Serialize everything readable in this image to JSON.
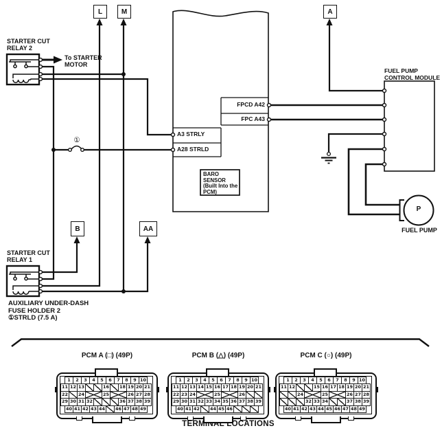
{
  "wire_refs": {
    "l": "L",
    "m": "M",
    "a": "A",
    "b": "B",
    "aa": "AA"
  },
  "left_circuit": {
    "relay2_label": "STARTER CUT\nRELAY 2",
    "relay1_label": "STARTER CUT\nRELAY 1",
    "to_starter_motor": "To STARTER\nMOTOR",
    "fuse_symbol": "①",
    "fuse_holder_note": "AUXILIARY UNDER-DASH\nFUSE HOLDER 2\n①STRLD (7.5 A)"
  },
  "pcm": {
    "pin_fpcd": "FPCD A42",
    "pin_fpc": "FPC A43",
    "pin_a3": "A3 STRLY",
    "pin_a28": "A28 STRLD",
    "baro_note": "BARO\nSENSOR\n(Built Into the\nPCM)"
  },
  "right_circuit": {
    "module_label": "FUEL PUMP\nCONTROL MODULE",
    "pump_letter": "P",
    "pump_label": "FUEL PUMP"
  },
  "terminal_connectors": {
    "caption": "TERMINAL LOCATIONS",
    "items": [
      {
        "label": "PCM A (□) (49P)",
        "rows": [
          [
            "1",
            "2",
            "3",
            "4",
            "5",
            "6",
            "7",
            "8",
            "9",
            "10"
          ],
          [
            "11",
            "12",
            "13",
            "x",
            "x",
            "16",
            "x",
            "18",
            "19",
            "20",
            "21"
          ],
          [
            "22",
            "x",
            "24",
            "X",
            "25",
            "X",
            "26",
            "27",
            "28"
          ],
          [
            "29",
            "30",
            "31",
            "32",
            "x",
            "x",
            "x",
            "36",
            "37",
            "38",
            "39"
          ],
          [
            "40",
            "41",
            "42",
            "43",
            "44",
            "x",
            "46",
            "47",
            "48",
            "49"
          ]
        ]
      },
      {
        "label": "PCM B (△) (49P)",
        "rows": [
          [
            "1",
            "2",
            "3",
            "4",
            "5",
            "6",
            "7",
            "8",
            "9",
            "10"
          ],
          [
            "11",
            "12",
            "13",
            "14",
            "15",
            "16",
            "17",
            "18",
            "19",
            "20",
            "21"
          ],
          [
            "22",
            "23",
            "24",
            "X",
            "25",
            "X",
            "26",
            "x",
            "x"
          ],
          [
            "29",
            "30",
            "31",
            "32",
            "33",
            "34",
            "35",
            "36",
            "37",
            "38",
            "39"
          ],
          [
            "40",
            "41",
            "42",
            "x",
            "44",
            "45",
            "46",
            "x",
            "x",
            "x"
          ]
        ]
      },
      {
        "label": "PCM C (○) (49P)",
        "rows": [
          [
            "1",
            "2",
            "3",
            "4",
            "5",
            "6",
            "7",
            "8",
            "9",
            "10"
          ],
          [
            "11",
            "12",
            "x",
            "x",
            "15",
            "16",
            "17",
            "18",
            "19",
            "20",
            "21"
          ],
          [
            "x",
            "x",
            "24",
            "X",
            "25",
            "X",
            "26",
            "27",
            "28"
          ],
          [
            "x",
            "x",
            "x",
            "32",
            "33",
            "34",
            "x",
            "x",
            "37",
            "38",
            "39"
          ],
          [
            "40",
            "41",
            "42",
            "43",
            "44",
            "45",
            "46",
            "47",
            "48",
            "49"
          ]
        ]
      }
    ]
  },
  "colors": {
    "ink": "#111111",
    "background": "#ffffff"
  }
}
